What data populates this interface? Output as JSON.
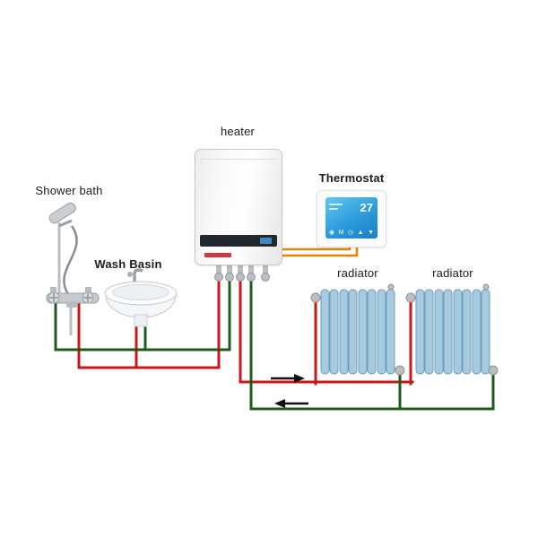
{
  "labels": {
    "heater": "heater",
    "thermostat": "Thermostat",
    "shower_bath": "Shower bath",
    "wash_basin": "Wash Basin",
    "radiator_left": "radiator",
    "radiator_right": "radiator"
  },
  "thermostat": {
    "reading": "27",
    "icons": [
      {
        "name": "power-icon",
        "glyph": "◉"
      },
      {
        "name": "mode-icon",
        "glyph": "M"
      },
      {
        "name": "clock-icon",
        "glyph": "◷"
      },
      {
        "name": "up-icon",
        "glyph": "▲"
      },
      {
        "name": "down-icon",
        "glyph": "▼"
      }
    ]
  },
  "colors": {
    "hot_supply_pipe": "#c41a1a",
    "return_pipe": "#1c5a1c",
    "thermostat_wire": "#ef8200",
    "flow_arrow": "#111111",
    "radiator_fill": "#a6cbe0",
    "radiator_edge": "#6f9cb8",
    "metal": "#b9bec3",
    "metal_dark": "#8e959b",
    "background": "#ffffff"
  }
}
